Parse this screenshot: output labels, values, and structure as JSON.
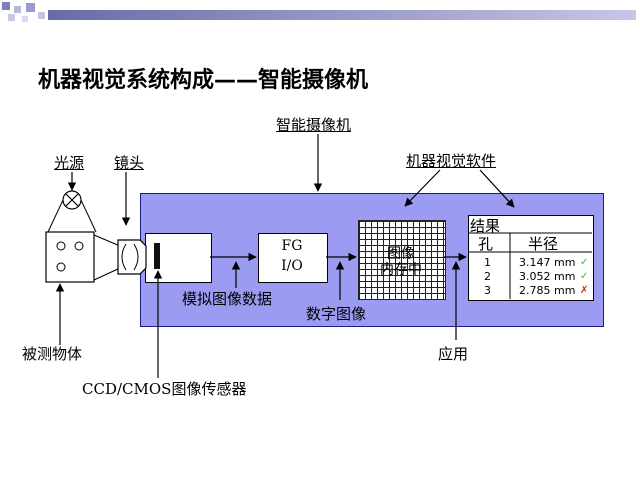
{
  "slide": {
    "title": "机器视觉系统构成——智能摄像机"
  },
  "labels": {
    "smart_camera": "智能摄像机",
    "light_source": "光源",
    "lens": "镜头",
    "machine_vision_software": "机器视觉软件",
    "analog_image_data": "模拟图像数据",
    "digital_image": "数字图像",
    "object": "被测物体",
    "application": "应用",
    "sensor": "CCD/CMOS图像传感器"
  },
  "fgio": {
    "line1": "FG",
    "line2": "I/O"
  },
  "memory": {
    "line1": "图像",
    "line2": "内存中"
  },
  "results": {
    "title": "结果",
    "col_hole": "孔",
    "col_radius": "半径",
    "rows": [
      {
        "id": "1",
        "value": "3.147 mm",
        "mark": "✓",
        "status": "pass"
      },
      {
        "id": "2",
        "value": "3.052 mm",
        "mark": "✓",
        "status": "pass"
      },
      {
        "id": "3",
        "value": "2.785 mm",
        "mark": "✗",
        "status": "fail"
      }
    ]
  },
  "colors": {
    "band": "#9b9bf2",
    "band_border": "#1b1b8a",
    "pass": "#2fb82f",
    "fail": "#d42020"
  }
}
